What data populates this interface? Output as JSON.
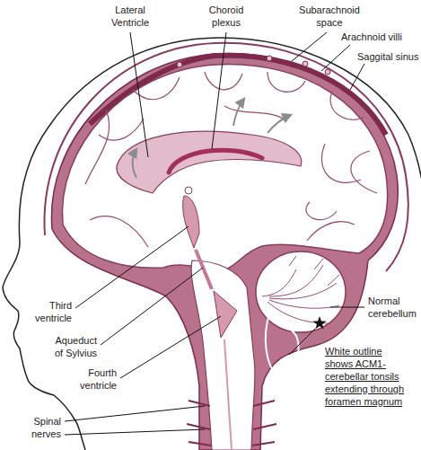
{
  "diagram": {
    "labels": [
      "Lateral Ventricle",
      "Choroid plexus",
      "Subarachnoid space",
      "Arachnoid villi",
      "Saggital sinus",
      "Third ventricle",
      "Aqueduct of Sylvius",
      "Fourth ventricle",
      "Normal cerebellum",
      "White outline shows ACM1-cerebellar tonsils extending through foramen magnum",
      "Spinal nerves"
    ]
  }
}
